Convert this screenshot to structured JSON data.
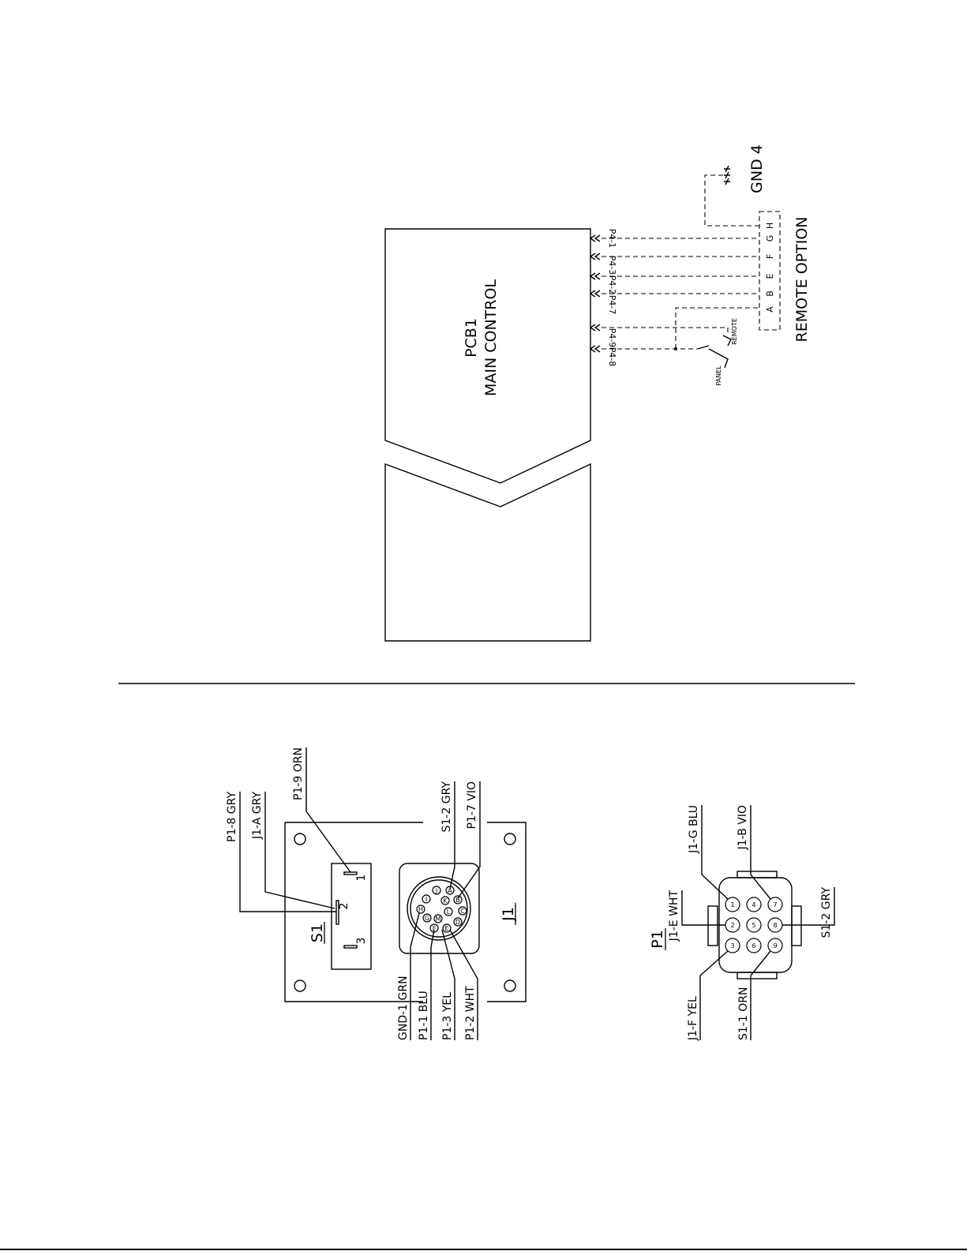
{
  "pcb": {
    "title_line1": "PCB1",
    "title_line2": "MAIN CONTROL",
    "p4_labels": [
      "P4-1",
      "P4-3",
      "P4-2",
      "P4-7",
      "P4-9",
      "P4-8"
    ]
  },
  "remote": {
    "title": "REMOTE OPTION",
    "gnd": "GND 4",
    "pins": [
      "A",
      "B",
      "E",
      "F",
      "G",
      "H"
    ],
    "switch_remote": "REMOTE",
    "switch_panel": "PANEL"
  },
  "s1": {
    "label": "S1",
    "pins": [
      "1",
      "2",
      "3"
    ],
    "wires": [
      "P1-8 GRY",
      "J1-A GRY",
      "P1-9 ORN"
    ]
  },
  "j1": {
    "label": "J1",
    "pins": [
      "A",
      "B",
      "C",
      "D",
      "E",
      "F",
      "G",
      "H",
      "I",
      "J",
      "K",
      "L",
      "M"
    ],
    "top_wires": [
      "S1-2 GRY",
      "P1-7 VIO"
    ],
    "bottom_wires": [
      "GND-1 GRN",
      "P1-1 BLU",
      "P1-3 YEL",
      "P1-2 WHT"
    ]
  },
  "p1": {
    "label": "P1",
    "pins": [
      "1",
      "2",
      "3",
      "4",
      "5",
      "6",
      "7",
      "8",
      "9"
    ],
    "top_wires": [
      "J1-E WHT",
      "J1-G BLU",
      "J1-B VIO"
    ],
    "right_wire": "S1-2 GRY",
    "bottom_wires": [
      "J1-F YEL",
      "S1-1 ORN"
    ]
  }
}
